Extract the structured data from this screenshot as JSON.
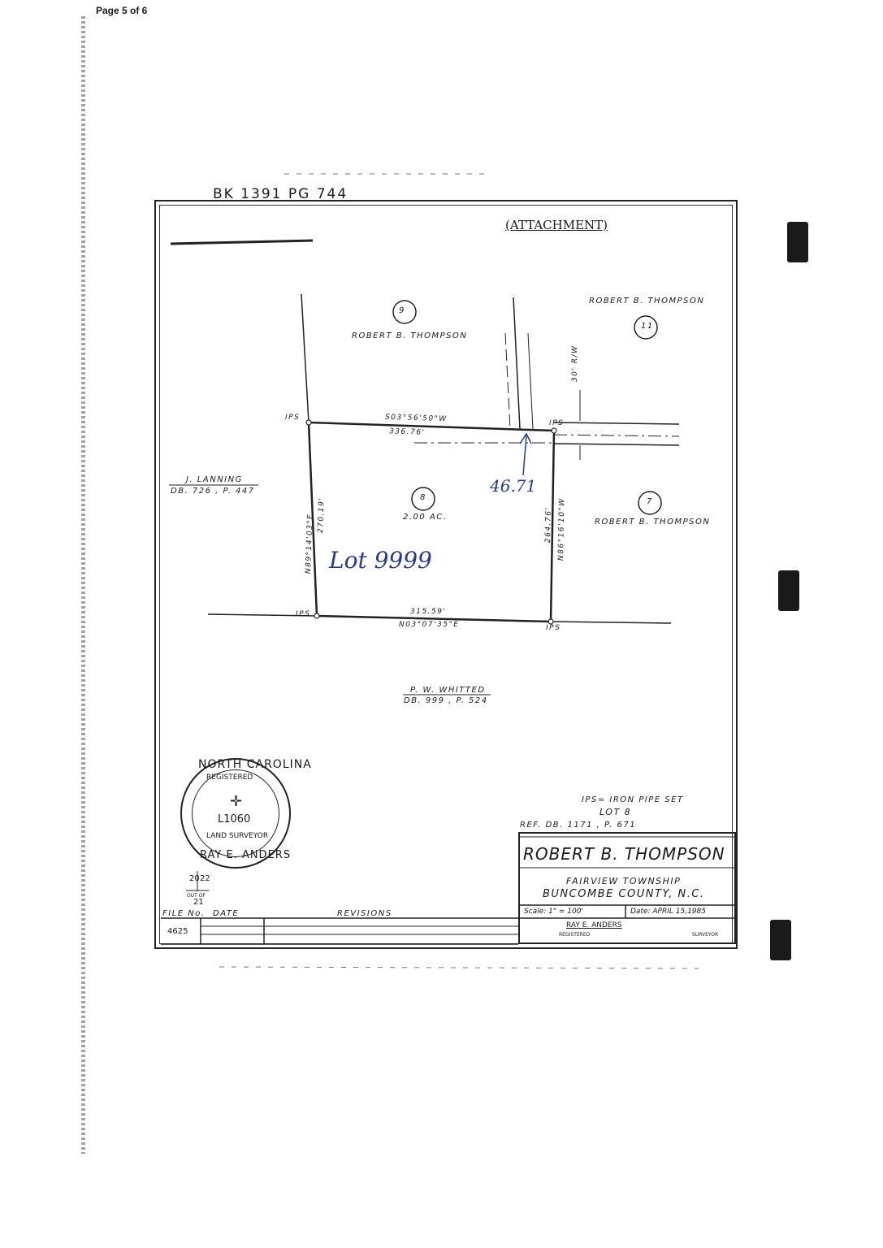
{
  "page": {
    "number_label": "Page 5 of 6"
  },
  "header": {
    "book_page": "BK 1391 PG 744",
    "attachment": "(ATTACHMENT)"
  },
  "parcels": {
    "lot9": {
      "number": "9",
      "owner": "ROBERT B. THOMPSON"
    },
    "lot11": {
      "number": "11",
      "owner": "ROBERT B. THOMPSON"
    },
    "lot7": {
      "number": "7",
      "owner": "ROBERT B. THOMPSON"
    },
    "lot8": {
      "number": "8",
      "area": "2.00 AC."
    },
    "west": {
      "owner": "J. LANNING",
      "deed": "DB. 726 , P. 447"
    },
    "south": {
      "owner": "P. W. WHITTED",
      "deed": "DB. 999 , P. 524"
    }
  },
  "row_label": "30' R/W",
  "bounds": {
    "north_bearing": "S03°56'50\"W",
    "north_length": "336.76'",
    "west_bearing": "N89°14'03\"E",
    "west_length": "270.19'",
    "east_bearing": "N86°16'10\"W",
    "east_length": "264.76'",
    "south_length": "315.59'",
    "south_bearing": "N03°07'35\"E"
  },
  "corner_label": "IPS",
  "handwritten": {
    "lot_note": "Lot 9999",
    "measure_note": "46.71"
  },
  "seal": {
    "top": "NORTH CAROLINA",
    "registered": "REGISTERED",
    "license": "L1060",
    "middle": "LAND SURVEYOR",
    "bottom": "RAY E. ANDERS"
  },
  "stamp": {
    "a": "20",
    "b": "22",
    "c": "OUT OF",
    "d": "21"
  },
  "legend": {
    "ips_def": "IPS= IRON PIPE SET",
    "lot": "LOT 8",
    "ref": "REF. DB. 1171 , P. 671"
  },
  "title_block": {
    "owner": "ROBERT B. THOMPSON",
    "township": "FAIRVIEW TOWNSHIP",
    "county": "BUNCOMBE COUNTY, N.C.",
    "scale": "Scale: 1\" = 100'",
    "date": "Date: APRIL 15,1985",
    "surveyor": "RAY E. ANDERS",
    "registered_left": "REGISTERED",
    "registered_right": "SURVEYOR"
  },
  "file_table": {
    "file_no_label": "FILE No.",
    "date_label": "DATE",
    "revisions_label": "REVISIONS",
    "file_no": "4625"
  }
}
